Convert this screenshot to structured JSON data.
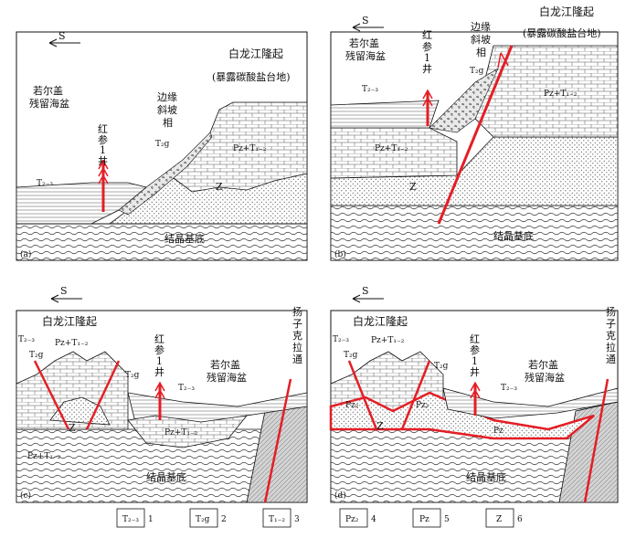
{
  "panels": [
    {
      "id": "a",
      "south_label": "S",
      "highland": "白龙江隆起",
      "highland_note": "(暴露碳酸盐台地)",
      "basin": [
        "若尔盖",
        "残留海盆"
      ],
      "slope": [
        "边缘",
        "斜坡",
        "相"
      ],
      "well": [
        "红",
        "参",
        "1",
        "井"
      ],
      "t23": "T₂₋₃",
      "t2g": "T₂g",
      "pz": "Pz+T₁₋₂",
      "z": "Z",
      "basement": "结晶基底",
      "tag": "(a)"
    },
    {
      "id": "b",
      "south_label": "S",
      "highland": "白龙江隆起",
      "highland_note": "(暴露碳酸盐台地)",
      "basin": [
        "若尔盖",
        "残留海盆"
      ],
      "slope": [
        "边缘",
        "斜坡",
        "相"
      ],
      "well": [
        "红",
        "参",
        "1",
        "井"
      ],
      "t23": "T₂₋₃",
      "t2g": "T₂g",
      "pz": "Pz+T₁₋₂",
      "z": "Z",
      "basement": "结晶基底",
      "tag": "(b)"
    },
    {
      "id": "c",
      "south_label": "S",
      "highland": "白龙江隆起",
      "basin": [
        "若尔盖",
        "残留海盆"
      ],
      "well": [
        "红",
        "参",
        "1",
        "井"
      ],
      "yangtze": [
        "扬",
        "子",
        "克",
        "拉",
        "通"
      ],
      "t23_left": "T₂₋₃",
      "t2g_left": "T₂g",
      "pz_top": "Pz+T₁₋₂",
      "t2g_mid": "T₂g",
      "t23_mid": "T₂₋₃",
      "z": "Z",
      "pz_basin": "Pz+T₁₋₂",
      "pz_bottom": "Pz+T₁₋₂",
      "basement": "结晶基底",
      "tag": "(c)"
    },
    {
      "id": "d",
      "south_label": "S",
      "highland": "白龙江隆起",
      "basin": [
        "若尔盖",
        "残留海盆"
      ],
      "well": [
        "红",
        "参",
        "1",
        "井"
      ],
      "yangtze": [
        "扬",
        "子",
        "克",
        "拉",
        "通"
      ],
      "t23_left": "T₂₋₃",
      "t2g_left": "T₂g",
      "pz_top": "Pz+T₁₋₂",
      "pz2_left": "Pz₂",
      "pz2_mid": "Pz₂",
      "t2g_mid": "T₂g",
      "t23_mid": "T₂₋₃",
      "z": "Z",
      "pz_basin": "Pz",
      "basement": "结晶基底",
      "tag": "(d)"
    }
  ],
  "legend": [
    {
      "code": "T₂₋₃",
      "num": "1"
    },
    {
      "code": "T₂g",
      "num": "2"
    },
    {
      "code": "T₁₋₂",
      "num": "3"
    },
    {
      "code": "Pz₂",
      "num": "4"
    },
    {
      "code": "Pz",
      "num": "5"
    },
    {
      "code": "Z",
      "num": "6"
    }
  ],
  "colors": {
    "fault": "#e41e26",
    "outline": "#111111",
    "dots": "#444444",
    "basement_gray": "#cfcfcf"
  }
}
